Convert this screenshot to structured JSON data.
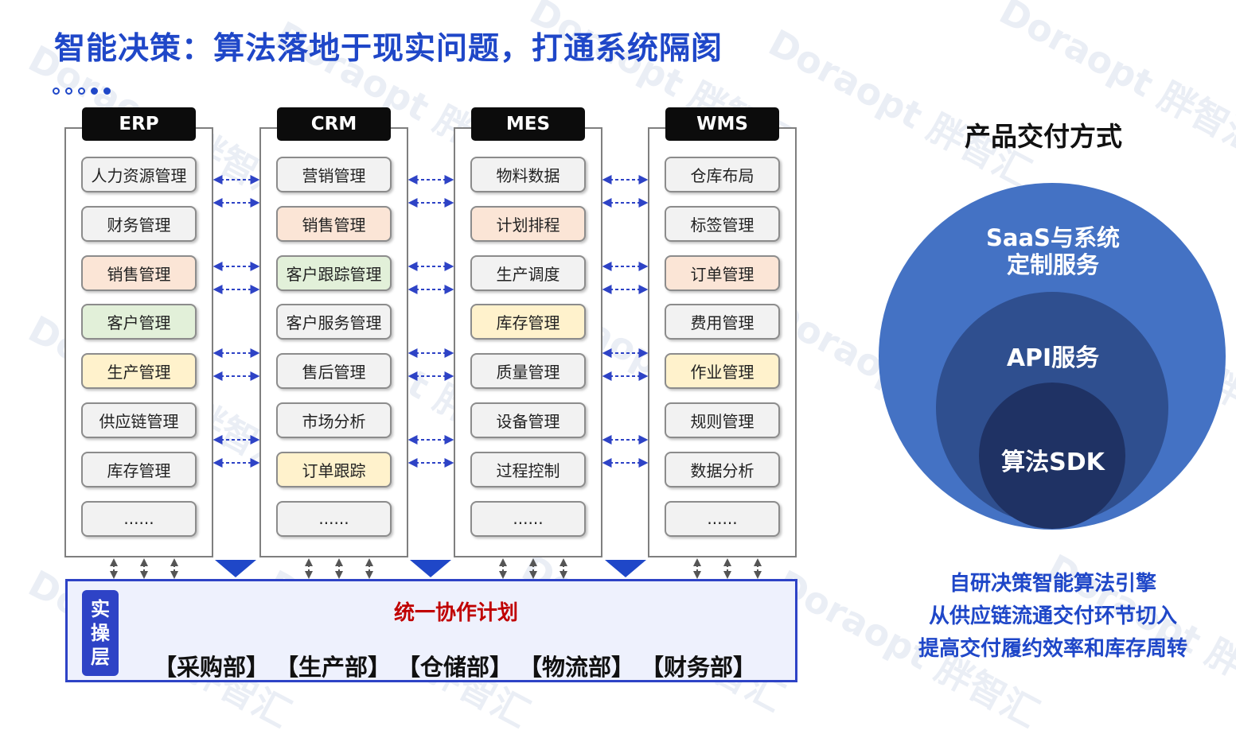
{
  "title": "智能决策：算法落地于现实问题，打通系统隔阂",
  "systems": [
    {
      "name": "ERP",
      "modules": [
        {
          "label": "人力资源管理",
          "color": "#f2f2f2"
        },
        {
          "label": "财务管理",
          "color": "#f2f2f2"
        },
        {
          "label": "销售管理",
          "color": "#fbe5d6"
        },
        {
          "label": "客户管理",
          "color": "#e2f0d9"
        },
        {
          "label": "生产管理",
          "color": "#fff2cc"
        },
        {
          "label": "供应链管理",
          "color": "#f2f2f2"
        },
        {
          "label": "库存管理",
          "color": "#f2f2f2"
        },
        {
          "label": "......",
          "color": "#f2f2f2"
        }
      ]
    },
    {
      "name": "CRM",
      "modules": [
        {
          "label": "营销管理",
          "color": "#f2f2f2"
        },
        {
          "label": "销售管理",
          "color": "#fbe5d6"
        },
        {
          "label": "客户跟踪管理",
          "color": "#e2f0d9"
        },
        {
          "label": "客户服务管理",
          "color": "#f2f2f2"
        },
        {
          "label": "售后管理",
          "color": "#f2f2f2"
        },
        {
          "label": "市场分析",
          "color": "#f2f2f2"
        },
        {
          "label": "订单跟踪",
          "color": "#fff2cc"
        },
        {
          "label": "......",
          "color": "#f2f2f2"
        }
      ]
    },
    {
      "name": "MES",
      "modules": [
        {
          "label": "物料数据",
          "color": "#f2f2f2"
        },
        {
          "label": "计划排程",
          "color": "#fbe5d6"
        },
        {
          "label": "生产调度",
          "color": "#f2f2f2"
        },
        {
          "label": "库存管理",
          "color": "#fff2cc"
        },
        {
          "label": "质量管理",
          "color": "#f2f2f2"
        },
        {
          "label": "设备管理",
          "color": "#f2f2f2"
        },
        {
          "label": "过程控制",
          "color": "#f2f2f2"
        },
        {
          "label": "......",
          "color": "#f2f2f2"
        }
      ]
    },
    {
      "name": "WMS",
      "modules": [
        {
          "label": "仓库布局",
          "color": "#f2f2f2"
        },
        {
          "label": "标签管理",
          "color": "#f2f2f2"
        },
        {
          "label": "订单管理",
          "color": "#fbe5d6"
        },
        {
          "label": "费用管理",
          "color": "#f2f2f2"
        },
        {
          "label": "作业管理",
          "color": "#fff2cc"
        },
        {
          "label": "规则管理",
          "color": "#f2f2f2"
        },
        {
          "label": "数据分析",
          "color": "#f2f2f2"
        },
        {
          "label": "......",
          "color": "#f2f2f2"
        }
      ]
    }
  ],
  "operations": {
    "label": [
      "实",
      "操",
      "层"
    ],
    "plan_title": "统一协作计划",
    "departments": [
      "【采购部】",
      "【生产部】",
      "【仓储部】",
      "【物流部】",
      "【财务部】"
    ]
  },
  "delivery": {
    "title": "产品交付方式",
    "outer": [
      "SaaS与系统",
      "定制服务"
    ],
    "middle": "API服务",
    "inner": "算法SDK",
    "lines": [
      "自研决策智能算法引擎",
      "从供应链流通交付环节切入",
      "提高交付履约效率和库存周转"
    ]
  },
  "colors": {
    "accent_blue": "#1f47c8",
    "arrow_blue": "#2e43c6",
    "plan_red": "#c00000",
    "circle_outer": "#4472c4",
    "circle_middle": "#2f4f8f",
    "circle_inner": "#1f3264"
  },
  "watermark": "Doraopt 胖智汇"
}
